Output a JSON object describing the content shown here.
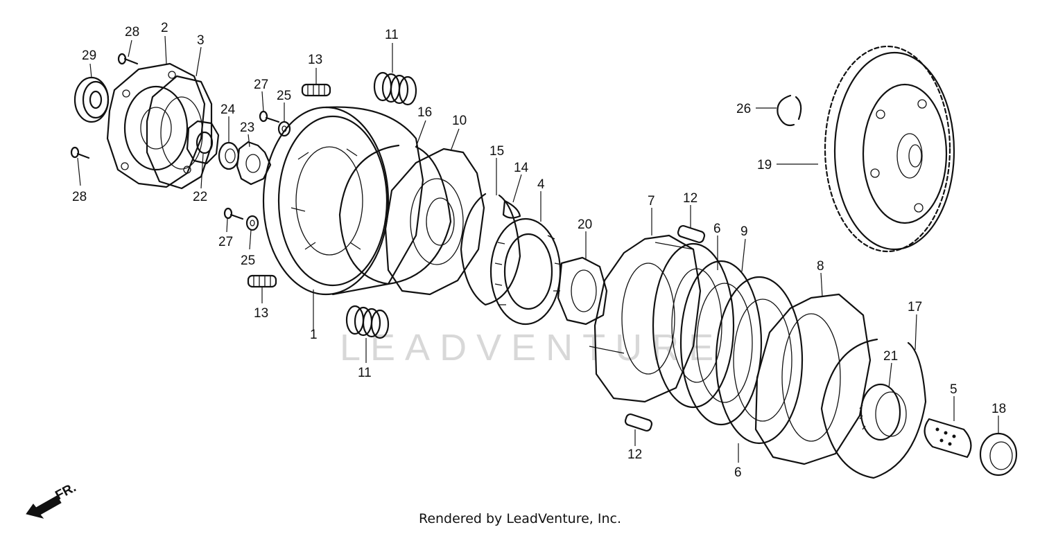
{
  "diagram": {
    "watermark": "LEADVENTURE",
    "direction_label": "FR.",
    "footer": "Rendered by LeadVenture, Inc.",
    "callouts": [
      "28",
      "2",
      "3",
      "29",
      "13",
      "11",
      "27",
      "25",
      "24",
      "23",
      "22",
      "28",
      "16",
      "10",
      "15",
      "14",
      "4",
      "12",
      "7",
      "20",
      "6",
      "9",
      "26",
      "19",
      "27",
      "25",
      "13",
      "1",
      "11",
      "8",
      "17",
      "21",
      "5",
      "18",
      "12",
      "6"
    ]
  }
}
